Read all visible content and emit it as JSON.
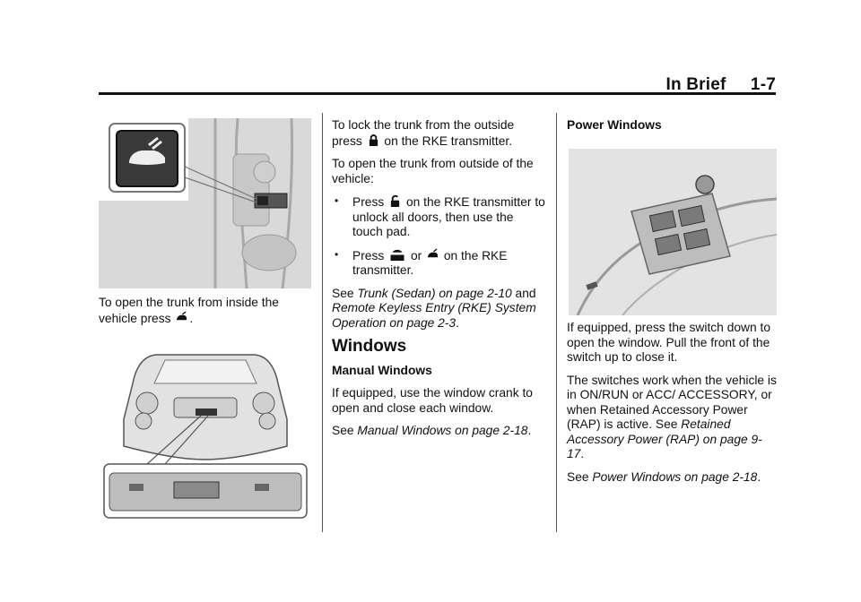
{
  "header": {
    "title": "In Brief     1-7"
  },
  "col1": {
    "caption_prefix": "To open the trunk from inside the vehicle press ",
    "caption_suffix": "."
  },
  "col2": {
    "p1_prefix": "To lock the trunk from the outside press ",
    "p1_suffix": " on the RKE transmitter.",
    "p2": "To open the trunk from outside of the vehicle:",
    "bullet1_prefix": "Press ",
    "bullet1_suffix": " on the RKE transmitter to unlock all doors, then use the touch pad.",
    "bullet2_prefix": "Press ",
    "bullet2_middle": " or ",
    "bullet2_suffix": " on the RKE transmitter.",
    "see_prefix": "See ",
    "see_link1": "Trunk (Sedan) on page 2-10",
    "see_and": " and ",
    "see_link2": "Remote Keyless Entry (RKE) System Operation on page 2-3",
    "see_suffix": ".",
    "section_title": "Windows",
    "subhead": "Manual Windows",
    "manual_text": "If equipped, use the window crank to open and close each window.",
    "manual_see_prefix": "See ",
    "manual_see_link": "Manual Windows on page 2-18",
    "manual_see_suffix": "."
  },
  "col3": {
    "subhead": "Power Windows",
    "p1": "If equipped, press the switch down to open the window. Pull the front of the switch up to close it.",
    "p2_text": "The switches work when the vehicle is in ON/RUN or ACC/ ACCESSORY, or when Retained Accessory Power (RAP) is active. See ",
    "p2_link": "Retained Accessory Power (RAP) on page 9-17",
    "p2_suffix": ".",
    "see_prefix": "See ",
    "see_link": "Power Windows on page 2-18",
    "see_suffix": "."
  },
  "icons": {
    "trunk_release": "trunk-release-icon",
    "lock": "lock-icon",
    "unlock": "unlock-icon",
    "remote_trunk": "remote-trunk-hold-icon"
  }
}
